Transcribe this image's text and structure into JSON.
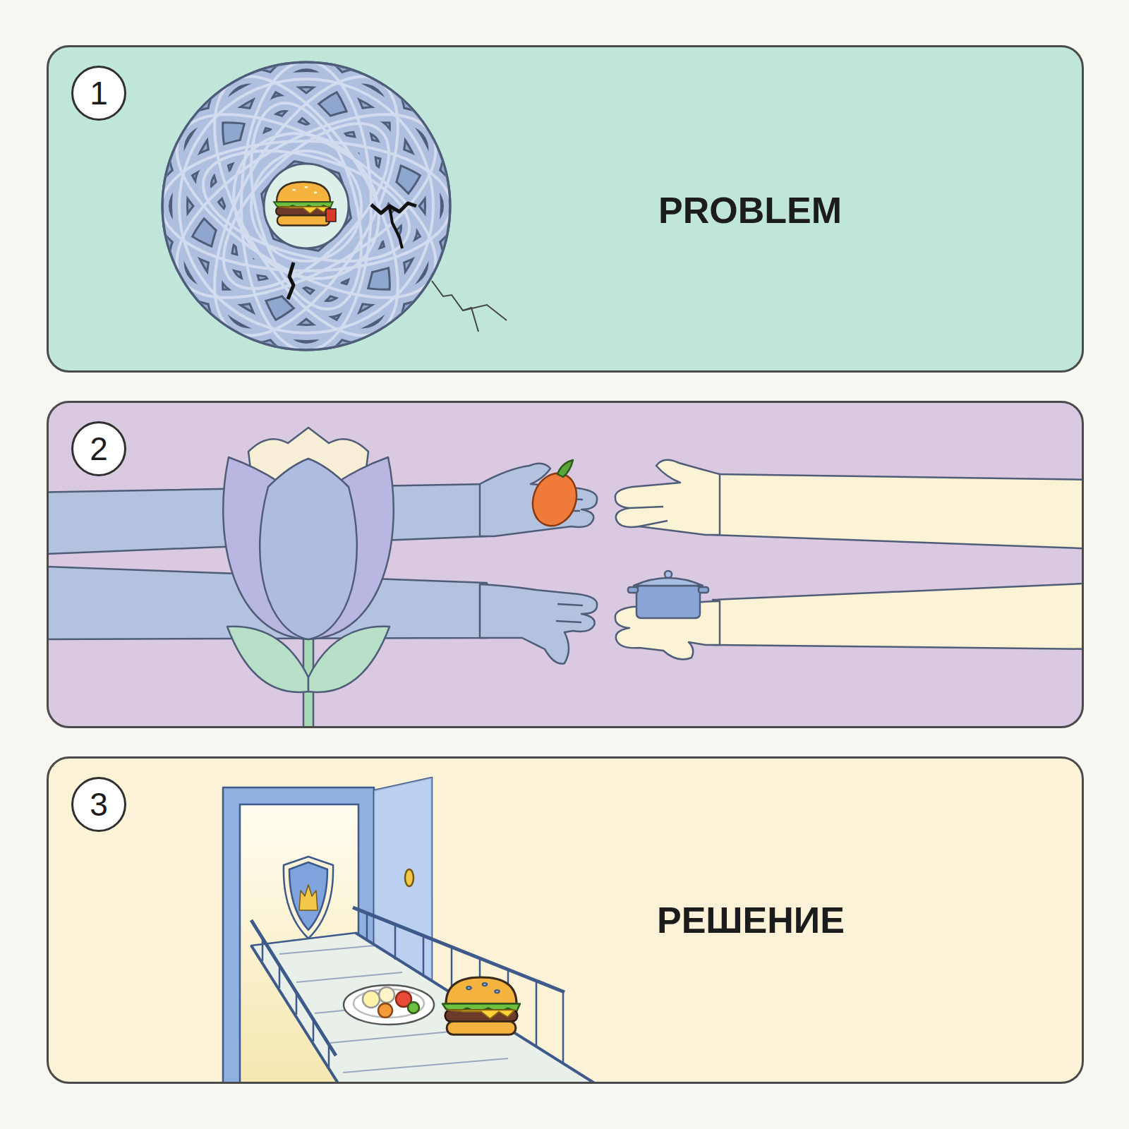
{
  "diagram": {
    "nodes": [
      {
        "text": [
          "PROBLEM"
        ]
      },
      {
        "text": [
          "1"
        ],
        "in": 0
      },
      {
        "text": []
      },
      {
        "text": [
          "2"
        ],
        "in": 2
      },
      {
        "text": [
          "РЕШЕНИЕ"
        ]
      },
      {
        "text": [
          "3"
        ],
        "in": 4
      }
    ]
  }
}
